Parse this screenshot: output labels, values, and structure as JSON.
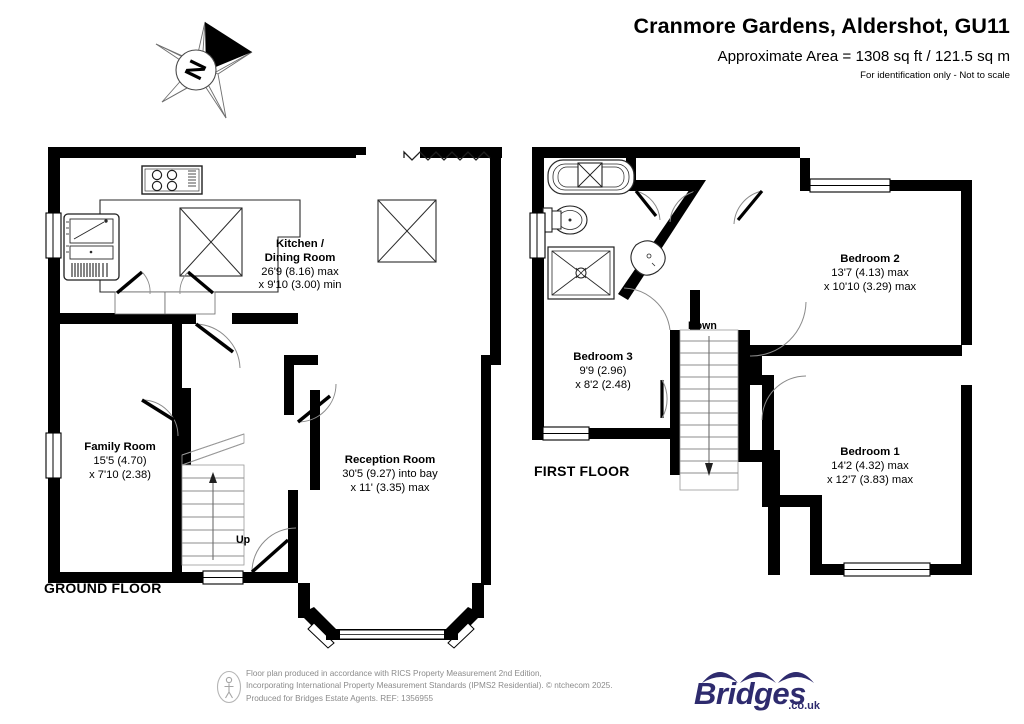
{
  "header": {
    "title": "Cranmore Gardens, Aldershot, GU11",
    "area": "Approximate Area = 1308 sq ft / 121.5 sq m",
    "disclaimer": "For identification only - Not to scale"
  },
  "floors": {
    "ground_caption": "GROUND FLOOR",
    "first_caption": "FIRST FLOOR"
  },
  "rooms": [
    {
      "key": "kitchen",
      "name": "Kitchen /\nDining Room",
      "name_line1": "Kitchen /",
      "name_line2": "Dining Room",
      "dim1": "26'9 (8.16) max",
      "dim2": "x 9'10 (3.00)  min"
    },
    {
      "key": "family",
      "name_line1": "Family Room",
      "name_line2": "",
      "dim1": "15'5 (4.70)",
      "dim2": "x 7'10 (2.38)"
    },
    {
      "key": "reception",
      "name_line1": "Reception Room",
      "name_line2": "",
      "dim1": "30'5 (9.27) into bay",
      "dim2": "x 11' (3.35) max"
    },
    {
      "key": "bedroom2",
      "name_line1": "Bedroom 2",
      "name_line2": "",
      "dim1": "13'7 (4.13) max",
      "dim2": "x 10'10 (3.29) max"
    },
    {
      "key": "bedroom3",
      "name_line1": "Bedroom 3",
      "name_line2": "",
      "dim1": "9'9 (2.96)",
      "dim2": "x 8'2 (2.48)"
    },
    {
      "key": "bedroom1",
      "name_line1": "Bedroom 1",
      "name_line2": "",
      "dim1": "14'2 (4.32) max",
      "dim2": "x 12'7 (3.83) max"
    }
  ],
  "stairs": {
    "ground_direction": "Up",
    "first_direction": "Down"
  },
  "compass": {
    "north_letter": "N"
  },
  "footer": {
    "line1": "Floor plan produced in accordance with RICS Property Measurement 2nd Edition,",
    "line2": "Incorporating International Property Measurement Standards (IPMS2 Residential).    © ntchecom 2025.",
    "line3": "Produced for Bridges Estate Agents.    REF: 1356955"
  },
  "logo": {
    "word": "Bridges",
    "tld": ".co.uk",
    "color": "#2e2b6e"
  },
  "colors": {
    "wall": "#000000",
    "fixture_line": "#3a3a3a",
    "footer_text": "#8b8b8b",
    "background": "#ffffff"
  }
}
